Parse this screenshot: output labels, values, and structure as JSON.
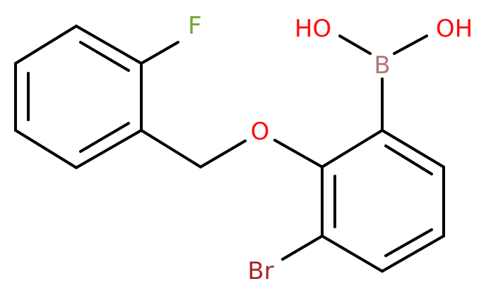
{
  "molecule": {
    "atoms": {
      "fluorine": "F",
      "oxygen": "O",
      "bromine": "Br",
      "boron": "B",
      "hydroxyl_left": "HO",
      "hydroxyl_right": "OH"
    },
    "colors": {
      "bond": "#000000",
      "fluorine": "#6ea832",
      "oxygen": "#ff0d0d",
      "bromine": "#a62929",
      "boron": "#b57575"
    }
  }
}
